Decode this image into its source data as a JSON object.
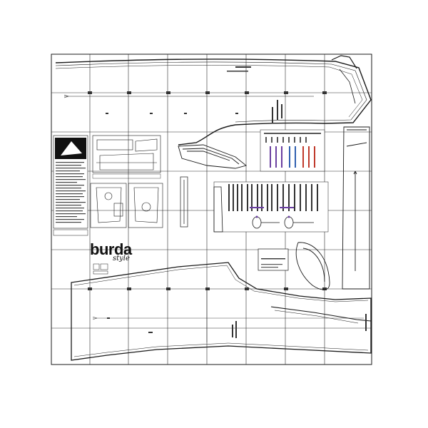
{
  "document": {
    "type": "sewing pattern sheet",
    "brand": "burda",
    "brand_sub": "style"
  },
  "colors": {
    "line": "#1a1a1a",
    "grid": "#2b2b2b",
    "paper": "#ffffff",
    "accent_purple": "#6a3fa0",
    "accent_blue": "#2f5fb0",
    "accent_red": "#c0392b"
  }
}
